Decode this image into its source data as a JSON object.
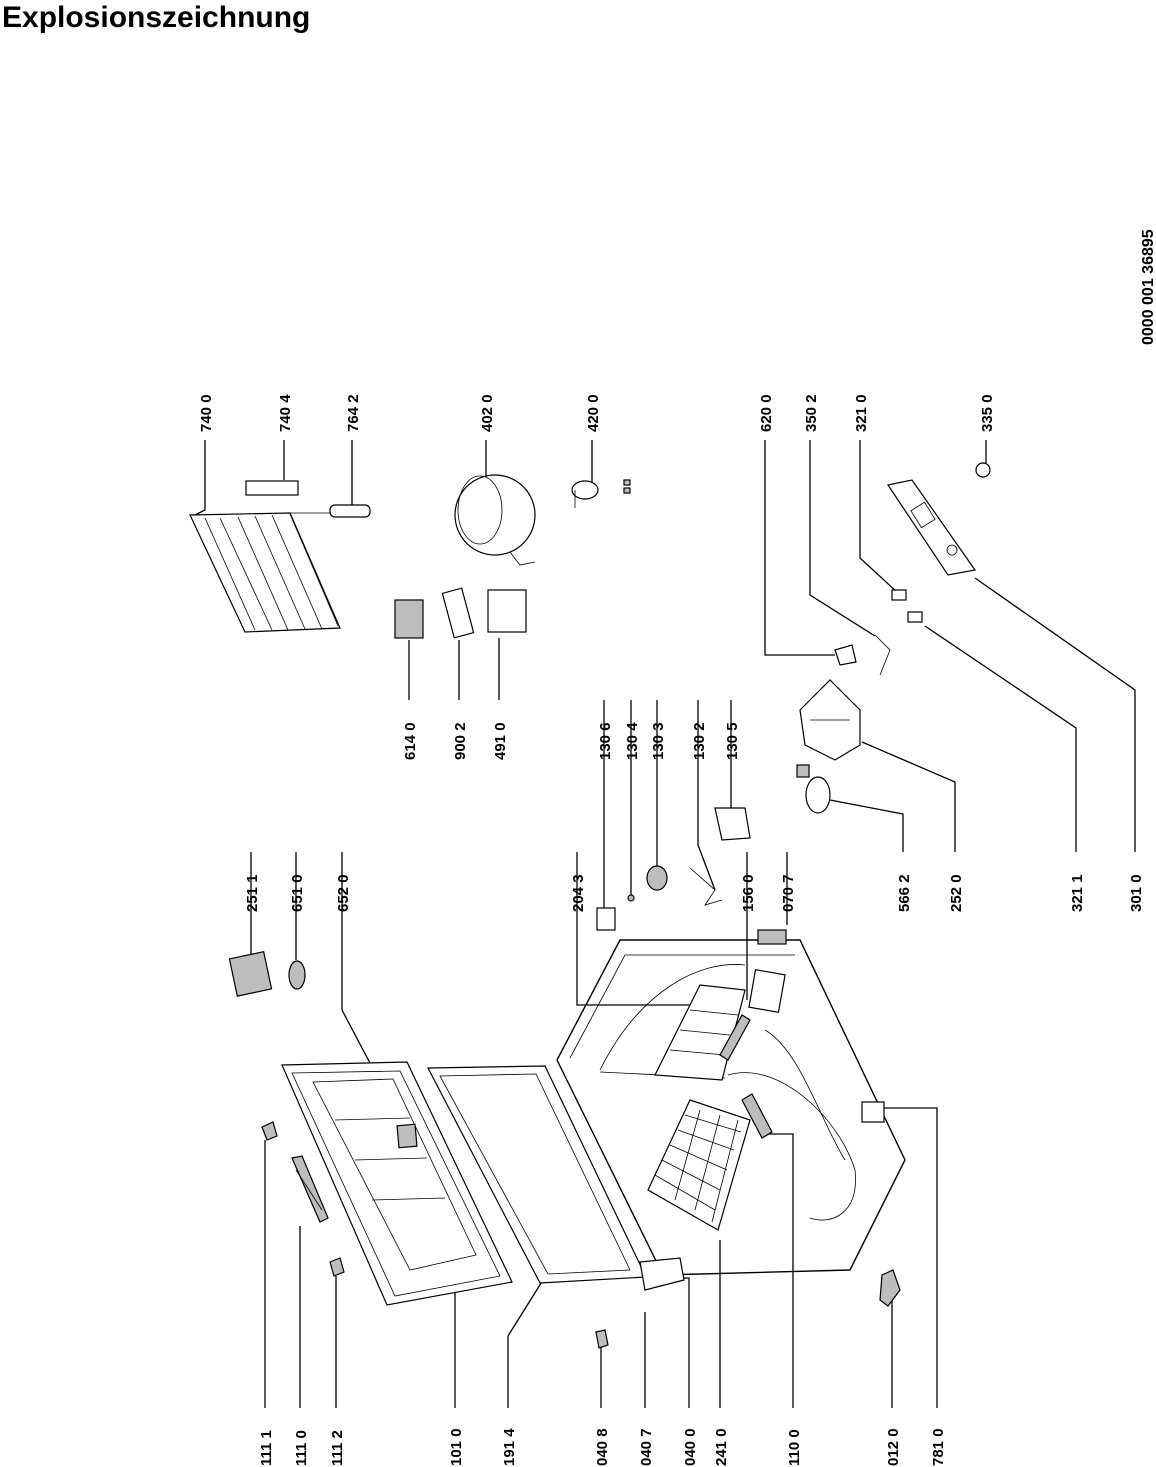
{
  "page": {
    "title": "Explosionszeichnung",
    "doc_number": "0000 001 36895"
  },
  "labels": {
    "l_1111": "111 1",
    "l_1110": "111 0",
    "l_1112": "111 2",
    "l_1010": "101 0",
    "l_1914": "191 4",
    "l_0408": "040 8",
    "l_0407": "040 7",
    "l_0400": "040 0",
    "l_2410": "241 0",
    "l_1100": "110 0",
    "l_0120": "012 0",
    "l_7810": "781 0",
    "l_2511": "251 1",
    "l_6510": "651 0",
    "l_6520": "652 0",
    "l_2043": "204 3",
    "l_1560": "156 0",
    "l_0707": "070 7",
    "l_1306": "130 6",
    "l_1304": "130 4",
    "l_1303": "130 3",
    "l_1302": "130 2",
    "l_1305": "130 5",
    "l_5662": "566 2",
    "l_2520": "252 0",
    "l_3211": "321 1",
    "l_3010": "301 0",
    "l_6140": "614 0",
    "l_9002": "900 2",
    "l_4910": "491 0",
    "l_7400": "740 0",
    "l_7404": "740 4",
    "l_7642": "764 2",
    "l_4020": "402 0",
    "l_4200": "420 0",
    "l_6200": "620 0",
    "l_3502": "350 2",
    "l_3210": "321 0",
    "l_3350": "335 0"
  }
}
